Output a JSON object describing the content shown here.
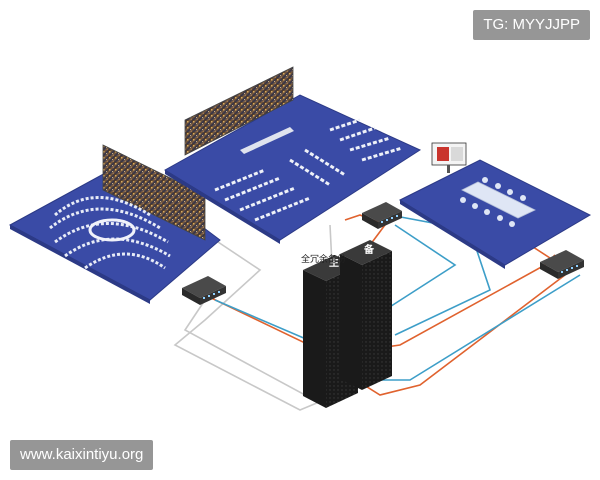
{
  "header": {
    "tg_label": "TG: MYYJJPP"
  },
  "footer": {
    "url_label": "www.kaixintiyu.org"
  },
  "server": {
    "caption": "全冗余备份",
    "primary_label": "主",
    "backup_label": "备"
  },
  "colors": {
    "room_floor": "#3a4ba6",
    "room_edge": "#2c3a86",
    "cable_orange": "#e0622e",
    "cable_blue": "#3d9ec8",
    "cable_gray": "#c8c8c8",
    "server_body": "#141414",
    "switch_body": "#333333"
  }
}
